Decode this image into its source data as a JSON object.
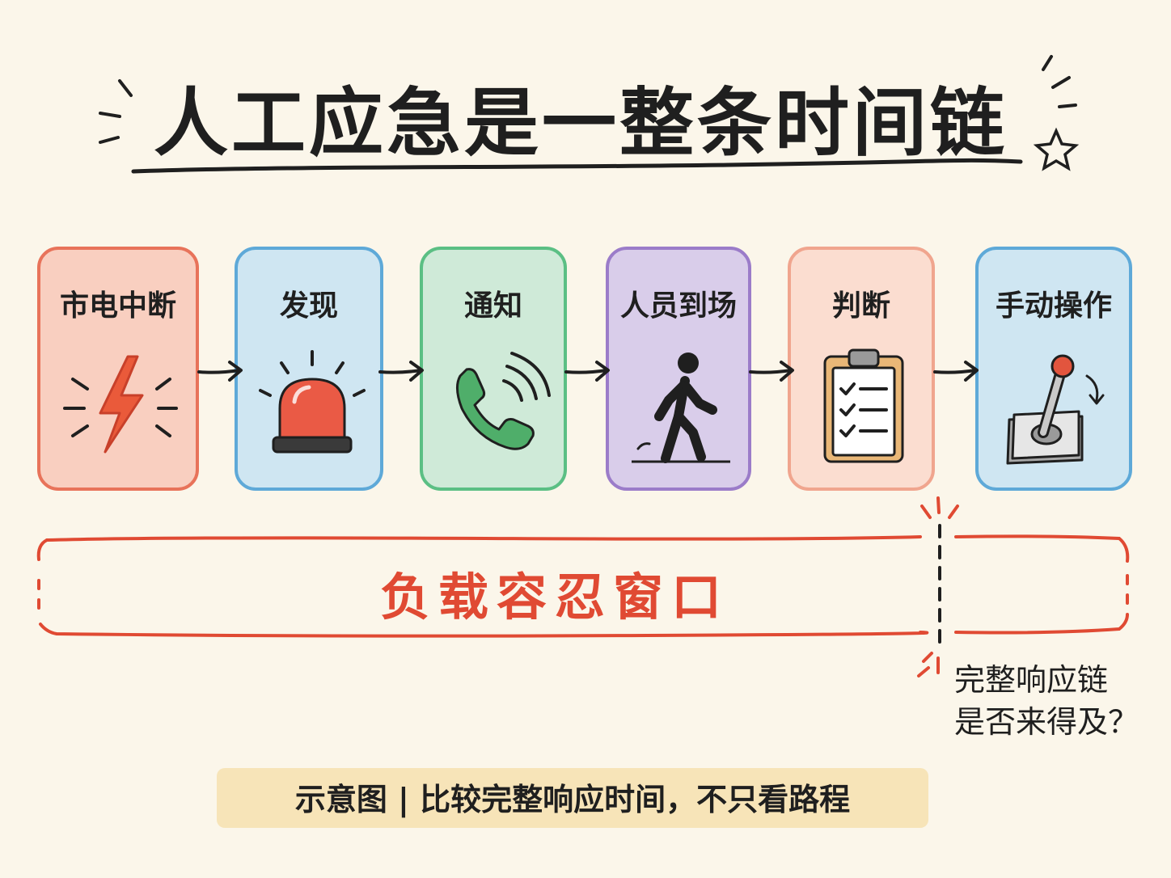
{
  "title": "人工应急是一整条时间链",
  "steps": [
    {
      "label": "市电中断",
      "icon": "lightning-bolt-icon",
      "color": "#e8735a",
      "fill": "#f9cfc0"
    },
    {
      "label": "发现",
      "icon": "alarm-siren-icon",
      "color": "#5ea9d8",
      "fill": "#cfe6f2"
    },
    {
      "label": "通知",
      "icon": "phone-icon",
      "color": "#5bbf84",
      "fill": "#cfead8"
    },
    {
      "label": "人员到场",
      "icon": "walking-person-icon",
      "color": "#9b7cc9",
      "fill": "#d9cdea"
    },
    {
      "label": "判断",
      "icon": "clipboard-checklist-icon",
      "color": "#f0a58e",
      "fill": "#fbddd0"
    },
    {
      "label": "手动操作",
      "icon": "lever-switch-icon",
      "color": "#5ea9d8",
      "fill": "#cfe6f2"
    }
  ],
  "window": {
    "label": "负载容忍窗口",
    "color": "#e04a33"
  },
  "question": {
    "line1": "完整响应链",
    "line2": "是否来得及？"
  },
  "caption": "示意图 | 比较完整响应时间，不只看路程"
}
